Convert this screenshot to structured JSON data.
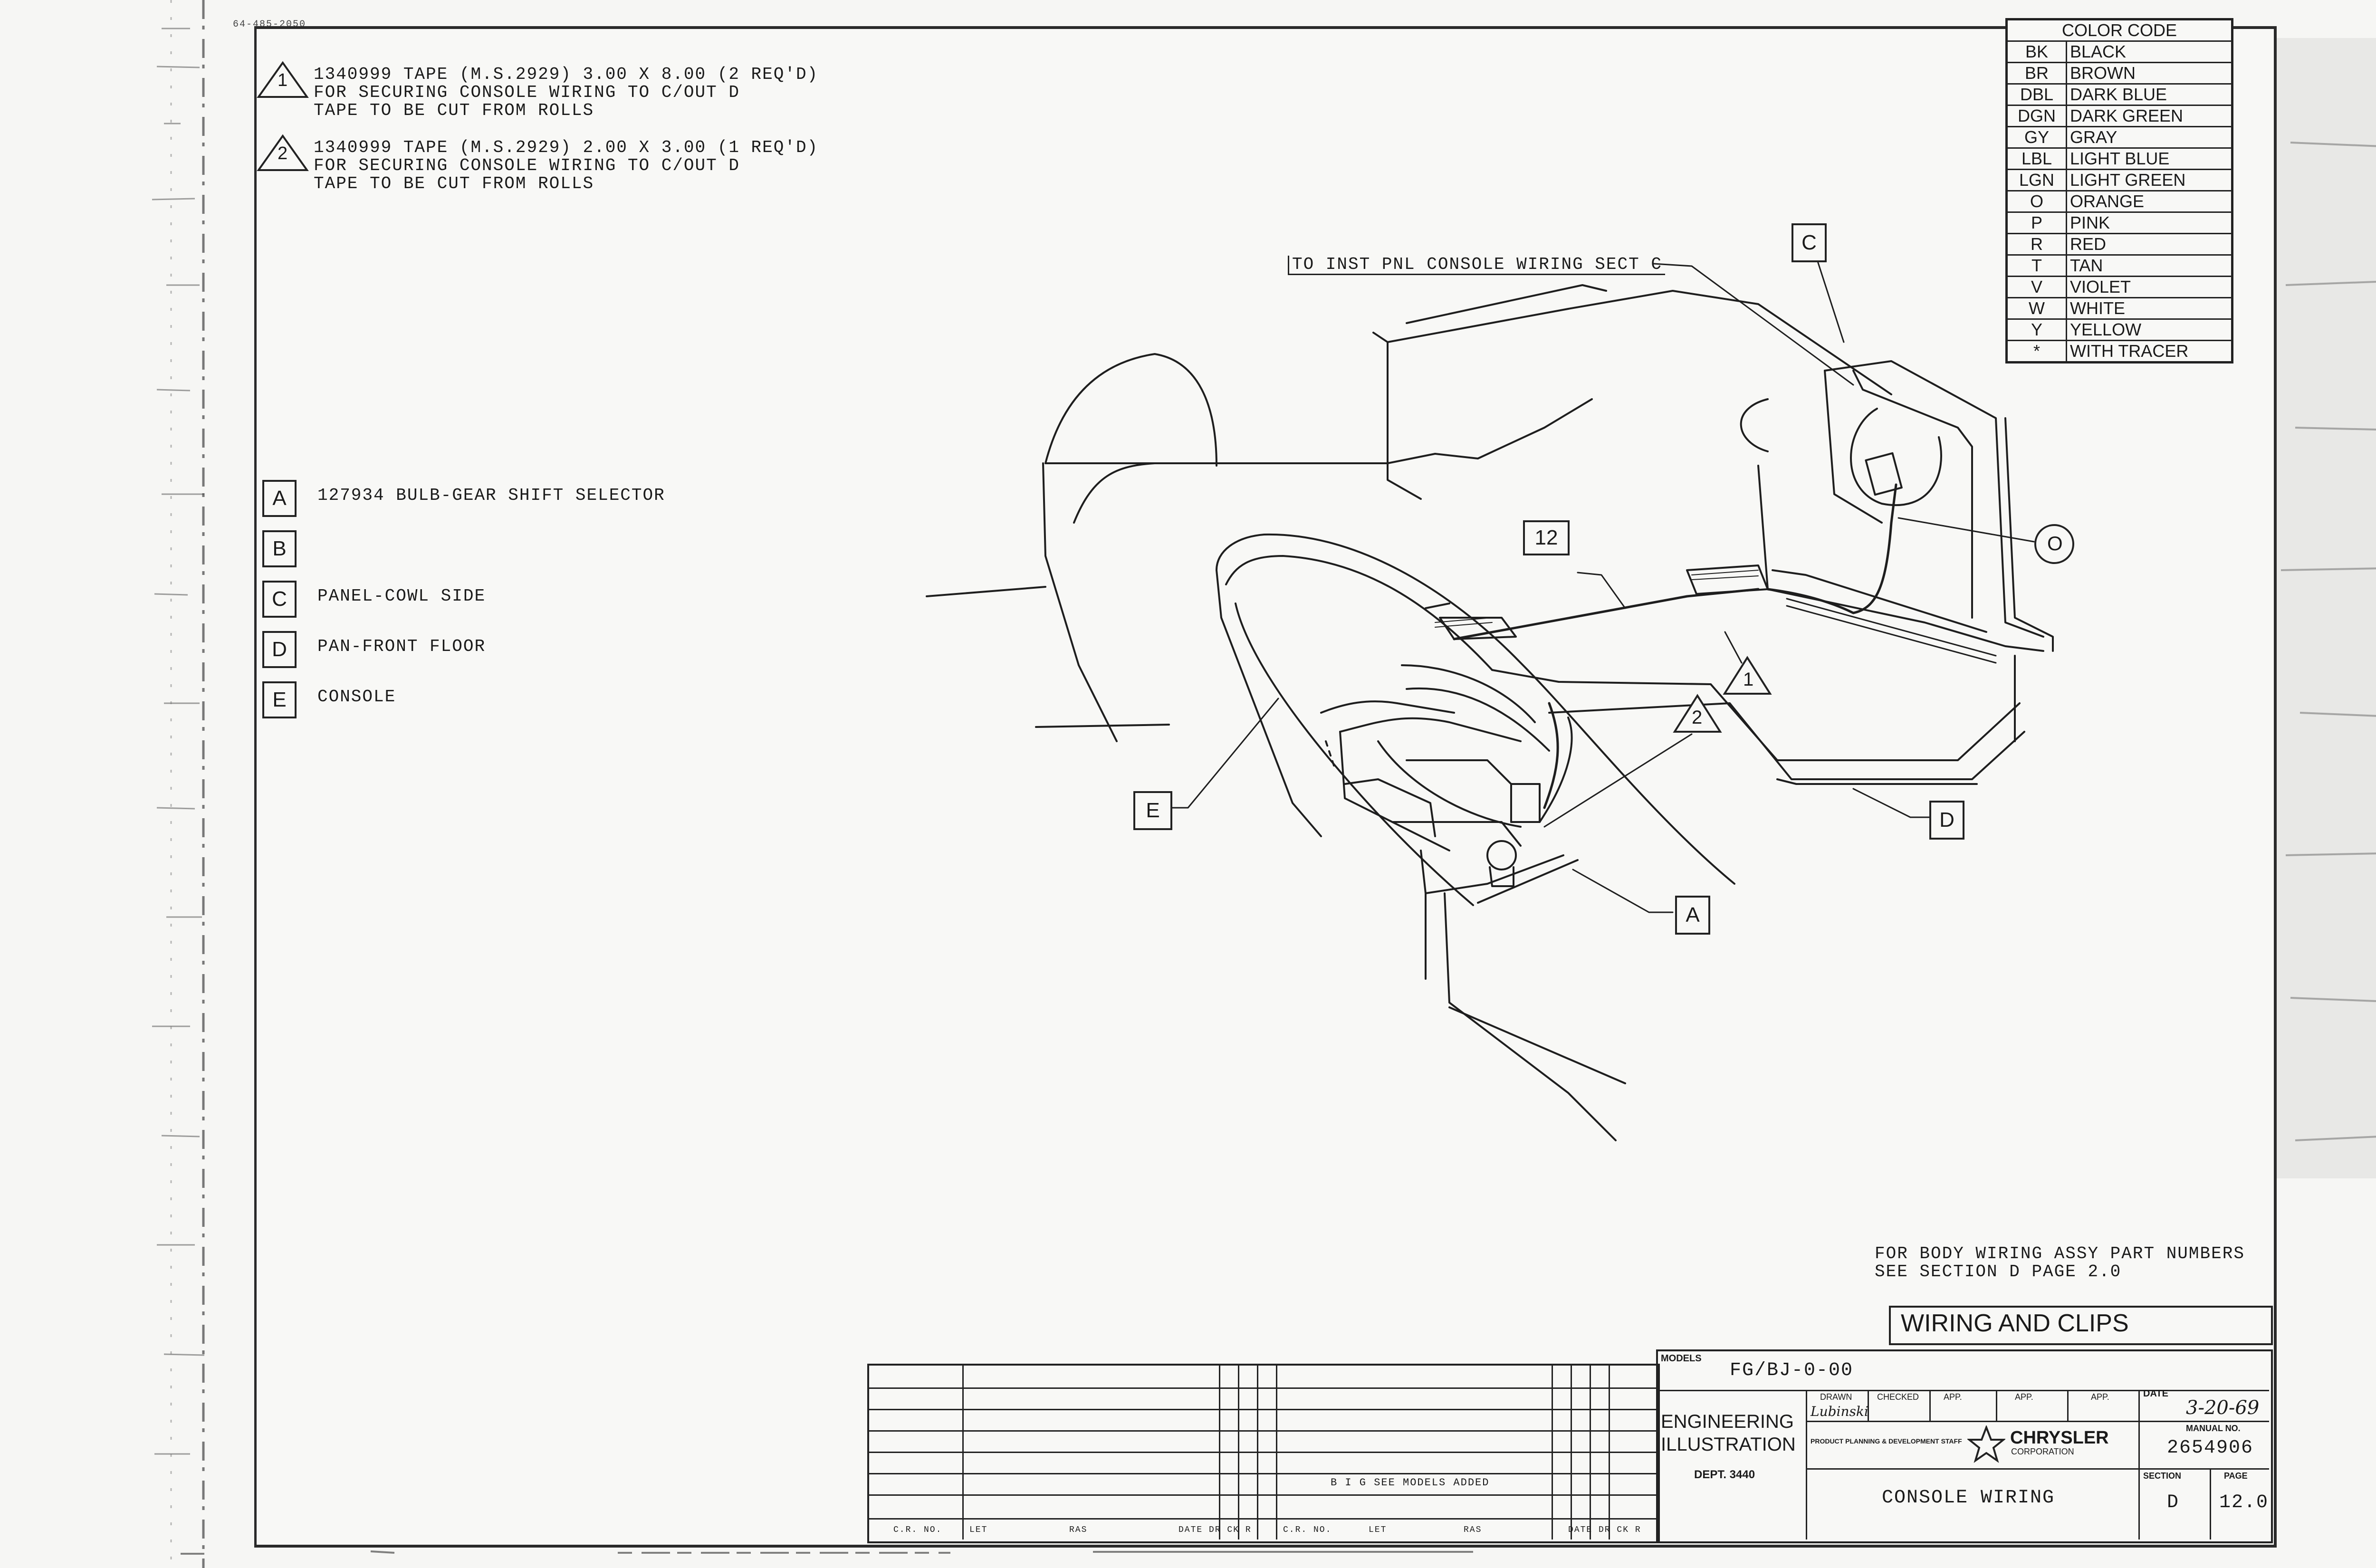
{
  "doc_code": "64-485-2050",
  "notes": [
    {
      "flag": "1",
      "line1": "1340999 TAPE (M.S.2929) 3.00 X 8.00 (2 REQ'D)",
      "line2": "FOR SECURING CONSOLE WIRING TO C/OUT D",
      "line3": "TAPE TO BE CUT FROM ROLLS"
    },
    {
      "flag": "2",
      "line1": "1340999 TAPE (M.S.2929) 2.00 X 3.00 (1 REQ'D)",
      "line2": "FOR SECURING CONSOLE WIRING TO C/OUT D",
      "line3": "TAPE TO BE CUT FROM ROLLS"
    }
  ],
  "legend": [
    {
      "key": "A",
      "text": "127934 BULB-GEAR SHIFT SELECTOR"
    },
    {
      "key": "B",
      "text": ""
    },
    {
      "key": "C",
      "text": "PANEL-COWL SIDE"
    },
    {
      "key": "D",
      "text": "PAN-FRONT FLOOR"
    },
    {
      "key": "E",
      "text": "CONSOLE"
    }
  ],
  "color_code": {
    "title": "COLOR CODE",
    "rows": [
      {
        "code": "BK",
        "name": "BLACK"
      },
      {
        "code": "BR",
        "name": "BROWN"
      },
      {
        "code": "DBL",
        "name": "DARK BLUE"
      },
      {
        "code": "DGN",
        "name": "DARK GREEN"
      },
      {
        "code": "GY",
        "name": "GRAY"
      },
      {
        "code": "LBL",
        "name": "LIGHT BLUE"
      },
      {
        "code": "LGN",
        "name": "LIGHT GREEN"
      },
      {
        "code": "O",
        "name": "ORANGE"
      },
      {
        "code": "P",
        "name": "PINK"
      },
      {
        "code": "R",
        "name": "RED"
      },
      {
        "code": "T",
        "name": "TAN"
      },
      {
        "code": "V",
        "name": "VIOLET"
      },
      {
        "code": "W",
        "name": "WHITE"
      },
      {
        "code": "Y",
        "name": "YELLOW"
      },
      {
        "code": "*",
        "name": "WITH TRACER"
      }
    ]
  },
  "callouts": {
    "to_inst": "TO INST PNL CONSOLE WIRING SECT C",
    "c": "C",
    "o": "O",
    "twelve": "12",
    "one": "1",
    "two": "2",
    "a": "A",
    "d": "D",
    "e": "E"
  },
  "body_note": {
    "line1": "FOR BODY WIRING ASSY PART NUMBERS",
    "line2": "SEE SECTION D PAGE 2.0"
  },
  "title_block": {
    "title": "WIRING AND CLIPS",
    "models_label": "MODELS",
    "models_value": "FG/BJ-0-00",
    "eng1": "ENGINEERING",
    "eng2": "ILLUSTRATION",
    "dept": "DEPT. 3440",
    "drawn_label": "DRAWN",
    "checked_label": "CHECKED",
    "app_label": "APP.",
    "date_label": "DATE",
    "drawn_sig": "Lubinski",
    "date_value": "3-20-69",
    "staff": "PRODUCT PLANNING & DEVELOPMENT STAFF",
    "chrysler": "CHRYSLER",
    "corporation": "CORPORATION",
    "manual_label": "MANUAL NO.",
    "manual_value": "2654906",
    "sheet_title": "CONSOLE WIRING",
    "section_label": "SECTION",
    "section_value": "D",
    "page_label": "PAGE",
    "page_value": "12.0",
    "rev_note": "B I G SEE MODELS ADDED",
    "rev_row_labels": [
      "C.R. NO.",
      "LET",
      "RAS",
      "DATE DR CK R",
      "C.R. NO.",
      "LET",
      "RAS",
      "DATE DR CK R"
    ]
  }
}
